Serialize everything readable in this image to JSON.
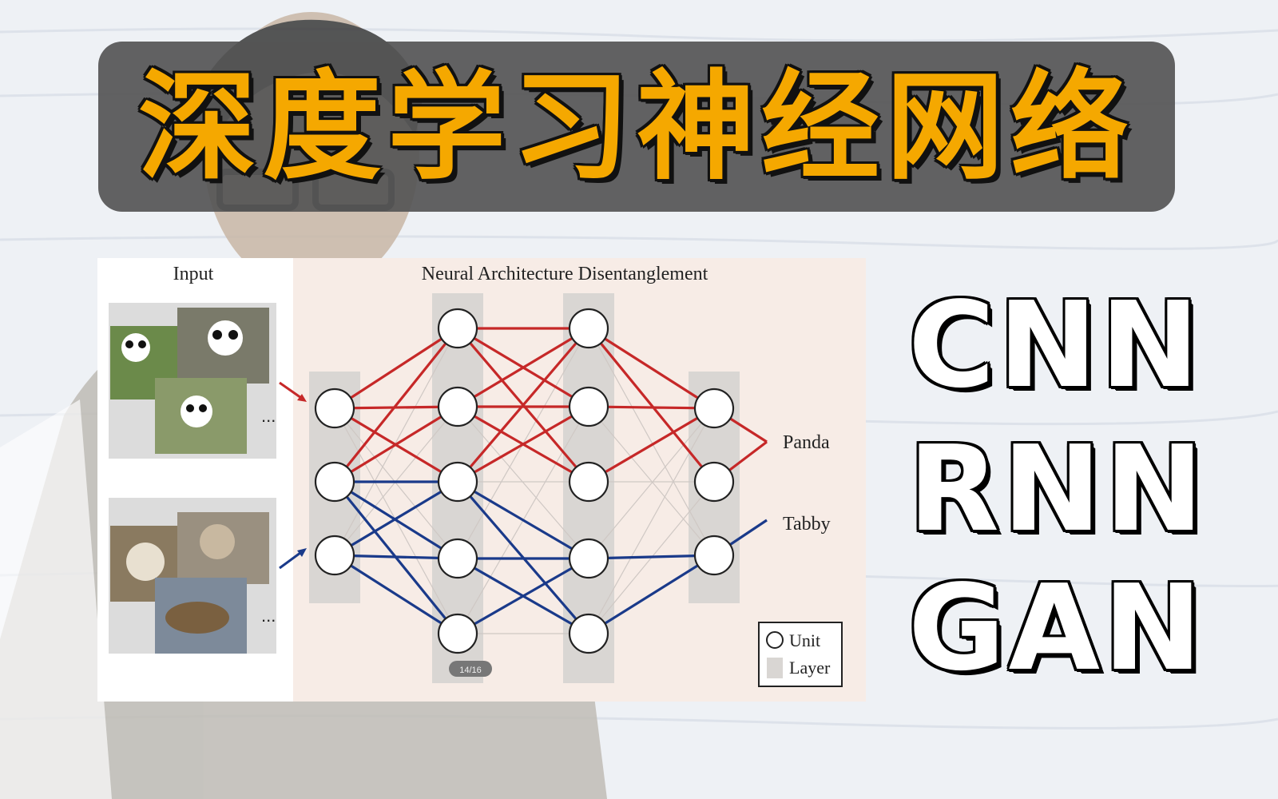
{
  "title": "深度学习神经网络",
  "diagram": {
    "input_label": "Input",
    "header": "Neural Architecture Disentanglement",
    "ellipsis": "...",
    "output_labels": [
      "Panda",
      "Tabby"
    ],
    "page_badge": "14/16",
    "legend": {
      "unit": "Unit",
      "layer": "Layer"
    },
    "colors": {
      "red": "#c62828",
      "blue": "#1a3a8a",
      "gray": "#cccccc"
    }
  },
  "acronyms": [
    "CNN",
    "RNN",
    "GAN"
  ]
}
